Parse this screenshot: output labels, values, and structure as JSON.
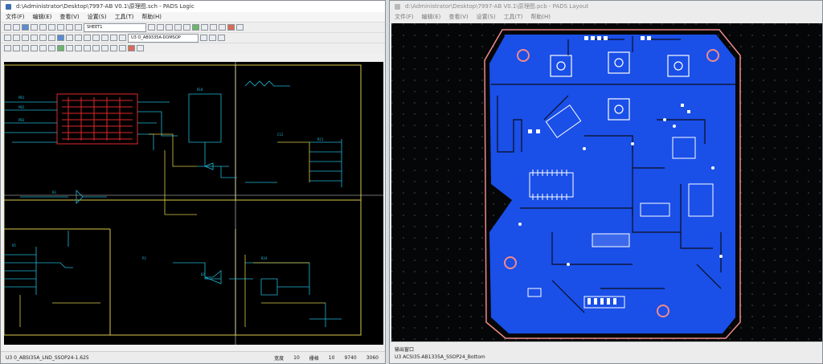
{
  "logic_window": {
    "title": "d:\\Administrator\\Desktop\\7997-AB V0.1\\原理图.sch - PADS Logic",
    "menu": [
      "文件(F)",
      "编辑(E)",
      "查看(V)",
      "设置(S)",
      "工具(T)",
      "帮助(H)"
    ],
    "sheet_combo": "SHEET1",
    "component_combo": "U3 O_AB9335A-DOMSOP",
    "status": {
      "part": "U3 0_ABSI35A_LND_SSOP24-1.625",
      "width_label": "宽度",
      "width_value": "10",
      "grid_label": "栅格",
      "grid_value": "10",
      "x": "9740",
      "y": "3060"
    }
  },
  "layout_window": {
    "title": "d:\\Administrator\\Desktop\\7997-AB V0.1\\原理图.pcb - PADS Layout",
    "menu": [
      "文件(F)",
      "编辑(E)",
      "查看(V)",
      "设置(S)",
      "工具(T)",
      "帮助(H)"
    ],
    "status_top": "输出窗口",
    "status_bottom": "U3 ACSI35-AB1335A_SSOP24_Bottom"
  },
  "colors": {
    "schematic_bg": "#000000",
    "wire_cyan": "#1fb7d6",
    "wire_yellow": "#d7c94a",
    "part_red": "#e0282a",
    "pcb_copper": "#1a4fe8",
    "board_outline": "#f08a8a"
  }
}
